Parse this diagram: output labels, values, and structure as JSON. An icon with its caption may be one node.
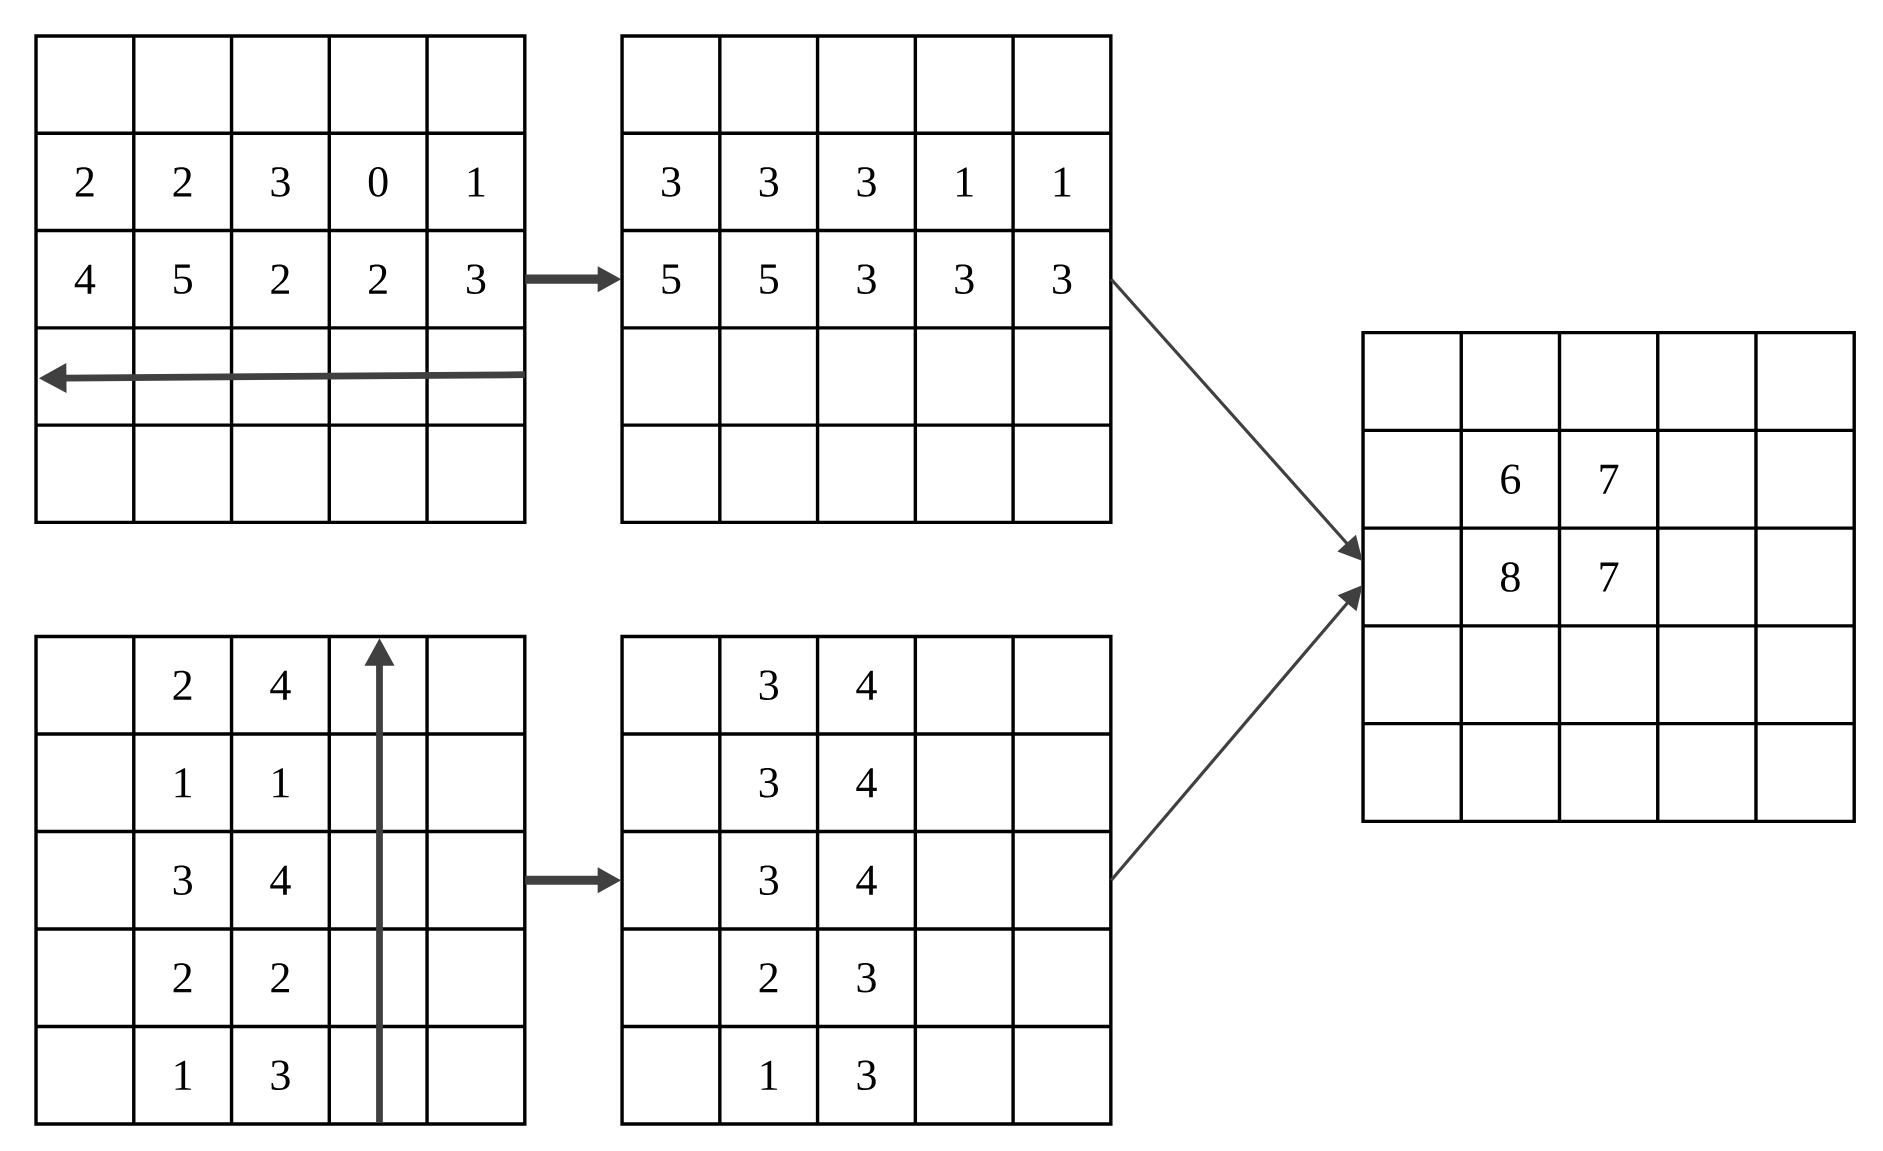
{
  "diagram": {
    "nodes": [
      {
        "text": [
          "2",
          "2",
          "3",
          "0",
          "1",
          "4",
          "5",
          "2",
          "2",
          "3"
        ]
      },
      {
        "text": [
          "3",
          "3",
          "3",
          "1",
          "1",
          "5",
          "5",
          "3",
          "3",
          "3"
        ]
      },
      {
        "text": [
          "2",
          "4",
          "1",
          "1",
          "3",
          "4",
          "2",
          "2",
          "1",
          "3"
        ]
      },
      {
        "text": [
          "3",
          "4",
          "3",
          "4",
          "3",
          "4",
          "2",
          "3",
          "1",
          "3"
        ]
      },
      {
        "text": [
          "6",
          "7",
          "8",
          "7"
        ]
      }
    ],
    "edges": [
      {
        "from": 0,
        "to": 1,
        "arrow": "to",
        "style": "thick"
      },
      {
        "from": 2,
        "to": 3,
        "arrow": "to",
        "style": "thick"
      },
      {
        "from": 1,
        "to": 4,
        "arrow": "to"
      },
      {
        "from": 3,
        "to": 4,
        "arrow": "to"
      }
    ]
  }
}
